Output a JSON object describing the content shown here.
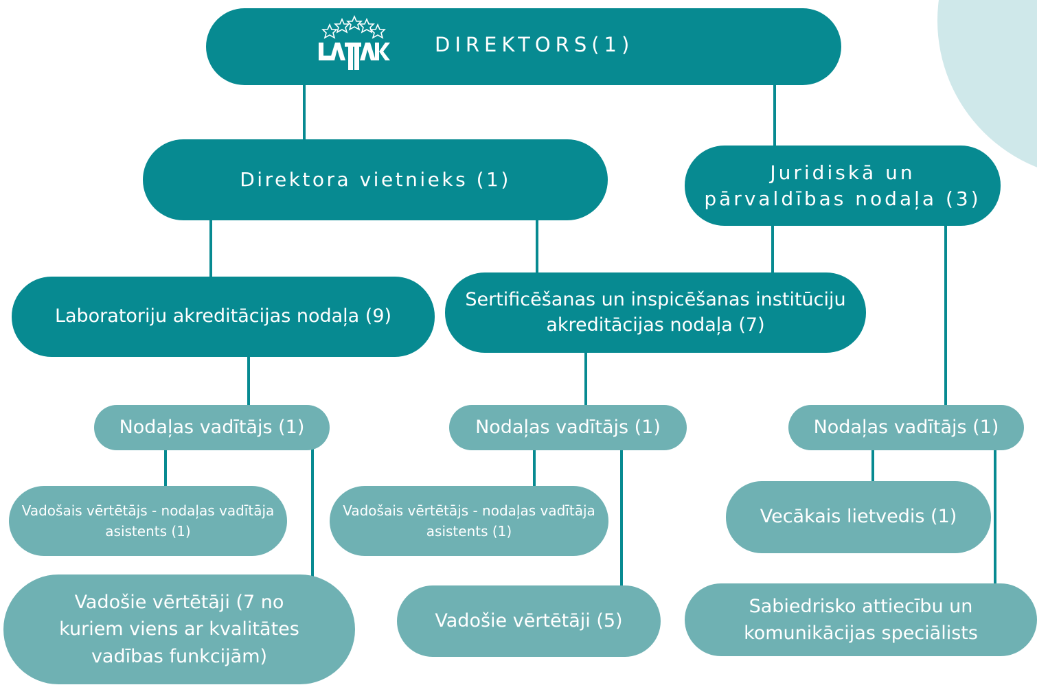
{
  "director": {
    "label": "DIREKTORS(1)",
    "logo_text": "LATAK"
  },
  "deputy": {
    "label": "Direktora vietnieks (1)"
  },
  "legal": {
    "label": "Juridiskā un pārvaldības nodaļa (3)"
  },
  "lab_accreditation": {
    "label": "Laboratoriju akreditācijas nodaļa (9)",
    "head": "Nodaļas vadītājs (1)",
    "assistant": "Vadošais vērtētājs - nodaļas vadītāja asistents (1)",
    "assessors": "Vadošie vērtētāji  (7 no kuriem viens ar kvalitātes vadības funkcijām)"
  },
  "cert_accreditation": {
    "label": "Sertificēšanas un inspicēšanas institūciju akreditācijas nodaļa (7)",
    "head": "Nodaļas vadītājs (1)",
    "assistant": "Vadošais vērtētājs - nodaļas vadītāja asistents (1)",
    "assessors": "Vadošie vērtētāji (5)"
  },
  "legal_department": {
    "head": "Nodaļas vadītājs (1)",
    "senior_clerk": "Vecākais lietvedis (1)",
    "pr_specialist": "Sabiedrisko attiecību un komunikācijas speciālists"
  },
  "colors": {
    "dark_node": "#078a91",
    "light_node": "#6fb1b3",
    "connector": "#078a91",
    "corner_accent": "#cfe8ea"
  }
}
